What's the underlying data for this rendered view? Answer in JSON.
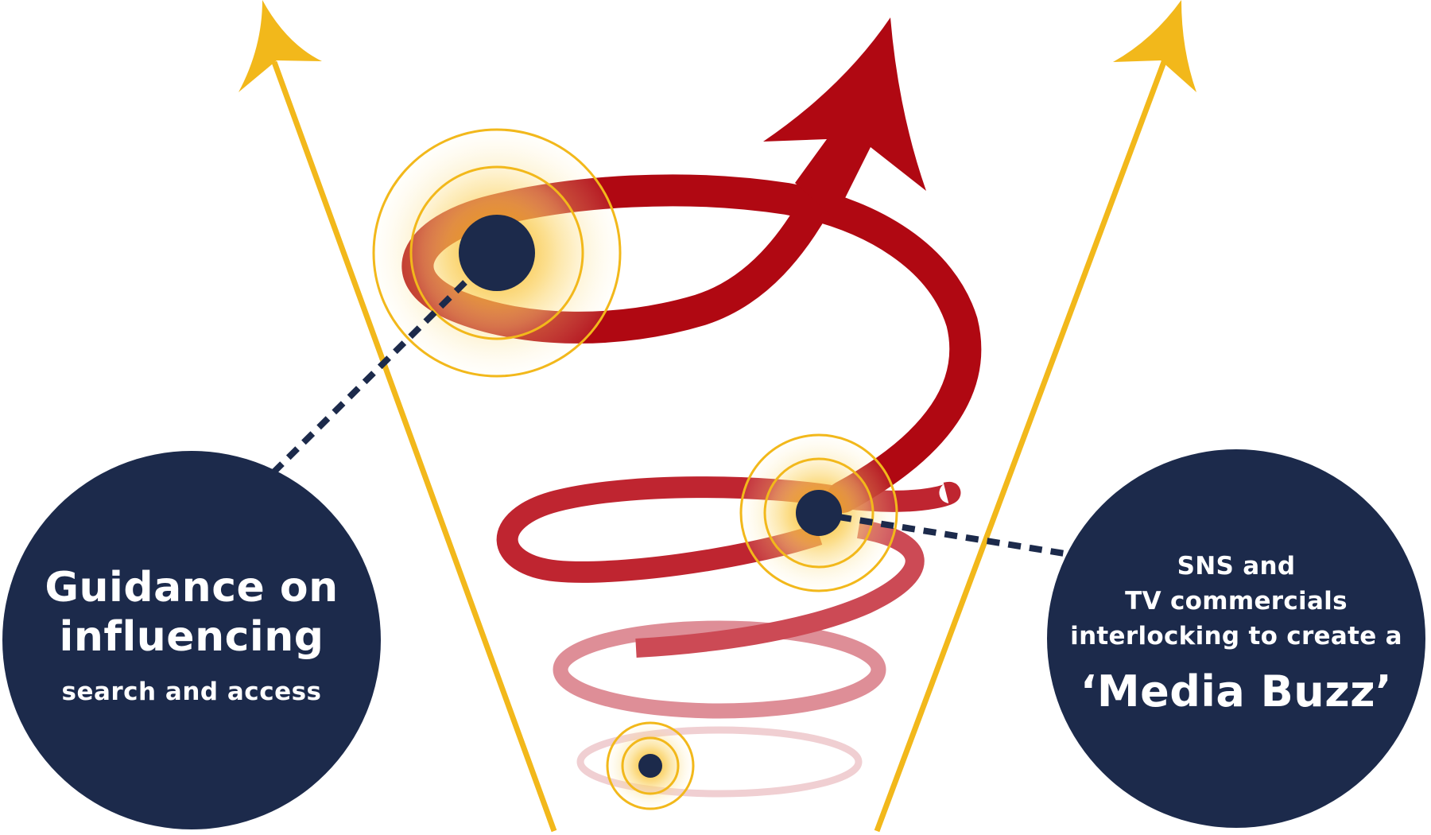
{
  "colors": {
    "navy": "#1c2a4b",
    "gold": "#f2b81b",
    "red": "#b00812",
    "white": "#ffffff"
  },
  "left_callout": {
    "line1": "Guidance on",
    "line2": "influencing",
    "line3": "search and access"
  },
  "right_callout": {
    "line1": "SNS and",
    "line2": "TV commercials",
    "line3": "interlocking to create a",
    "line4": "‘Media Buzz’"
  }
}
